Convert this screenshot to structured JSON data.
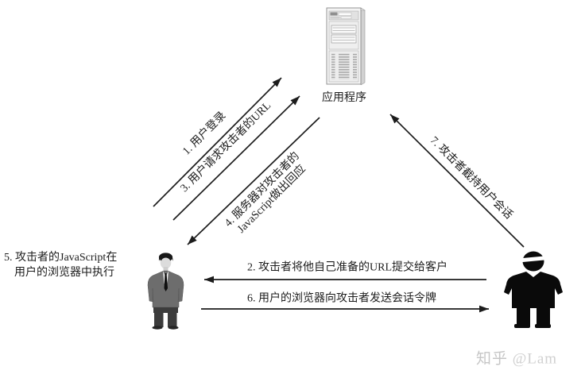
{
  "colors": {
    "ink": "#1c1c1c",
    "watermark": "#c6c6c6",
    "suit_gray": "#6d6d6d",
    "silhouette_black": "#0a0a0a"
  },
  "server": {
    "label": "应用程序"
  },
  "steps": {
    "step1": "1. 用户登录",
    "step2": "2. 攻击者将他自己准备的URL提交给客户",
    "step3": "3. 用户请求攻击者的URL",
    "step4_line1": "4. 服务器对攻击者的",
    "step4_line2": "JavaScript做出回应",
    "step5_line1": "5. 攻击者的JavaScript在",
    "step5_line2": "用户的浏览器中执行",
    "step6": "6. 用户的浏览器向攻击者发送会话令牌",
    "step7": "7. 攻击者截持用户会话"
  },
  "watermark": {
    "brand": "知乎",
    "handle": "@Lam"
  }
}
